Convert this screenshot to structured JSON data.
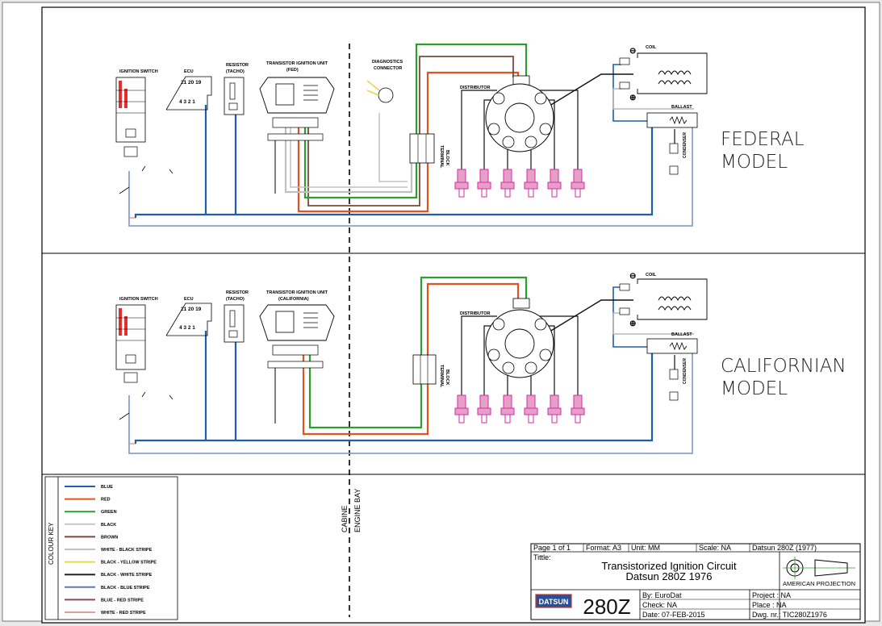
{
  "colors": {
    "blue": "#1f5ea8",
    "red": "#e2531f",
    "green": "#2ca02c",
    "black": "#111111",
    "brown": "#7a4a3a",
    "grey": "#b8b8b8",
    "light_blue": "#8aa3c8",
    "pink": "#e6a0c8",
    "magenta": "#d52aa8",
    "yellow": "#e8d64a"
  },
  "models": {
    "federal": {
      "line1": "FEDERAL",
      "line2": "MODEL",
      "tiu_title": "TRANSISTOR IGNITION UNIT",
      "tiu_sub": "(FED)"
    },
    "californian": {
      "line1": "CALIFORNIAN",
      "line2": "MODEL",
      "tiu_title": "TRANSISTOR IGNITION UNIT",
      "tiu_sub": "(CALIFORNIA)"
    }
  },
  "labels": {
    "ignition_switch": "IGNITION SWITCH",
    "ecu": "ECU",
    "ecu_pins_top": "21 20 19",
    "ecu_pins_bottom": "4  3  2  1",
    "resistor": "RESISTOR",
    "resistor_sub": "(TACHO)",
    "diagnostics_1": "DIAGNOSTICS",
    "diagnostics_2": "CONNECTOR",
    "distributor": "DISTRIBUTOR",
    "terminal_block_1": "TERMINAL",
    "terminal_block_2": "BLOCK",
    "coil": "COIL",
    "ballast": "BALLAST",
    "condenser": "CONDENSER",
    "cabine": "CABINE",
    "engine_bay": "ENGINE BAY",
    "minus": "⊖",
    "plus": "⊕"
  },
  "colour_key": {
    "title": "COLOUR KEY",
    "items": [
      {
        "label": "BLUE",
        "color": "#1f5ea8"
      },
      {
        "label": "RED",
        "color": "#e2531f"
      },
      {
        "label": "GREEN",
        "color": "#2ca02c"
      },
      {
        "label": "BLACK",
        "color": "#c8c8c8"
      },
      {
        "label": "BROWN",
        "color": "#7a4a3a"
      },
      {
        "label": "WHITE - BLACK STRIPE",
        "color": "#c0c0c0"
      },
      {
        "label": "BLACK - YELLOW STRIPE",
        "color": "#e8d64a"
      },
      {
        "label": "BLACK - WHITE STRIPE",
        "color": "#222222"
      },
      {
        "label": "BLACK - BLUE STRIPE",
        "color": "#5a7fa8"
      },
      {
        "label": "BLUE - RED STRIPE",
        "color": "#8a4a5a"
      },
      {
        "label": "WHITE - RED STRIPE",
        "color": "#e0a0a0"
      }
    ]
  },
  "title_block": {
    "page": "Page 1 of 1",
    "format": "Format: A3",
    "unit": "Unit: MM",
    "scale": "Scale: NA",
    "model_year": "Datsun 280Z (1977)",
    "title_label": "Tittle:",
    "title_line1": "Transistorized Ignition Circuit",
    "title_line2": "Datsun 280Z 1976",
    "projection": "AMERICAN PROJECTION",
    "brand": "DATSUN",
    "model": "280Z",
    "by": "By:    EuroDat",
    "check": "Check: NA",
    "date": "Date:  07-FEB-2015",
    "project": "Project : NA",
    "place": "Place   : NA",
    "dwg": "Dwg. nr.: TIC280Z1976"
  }
}
